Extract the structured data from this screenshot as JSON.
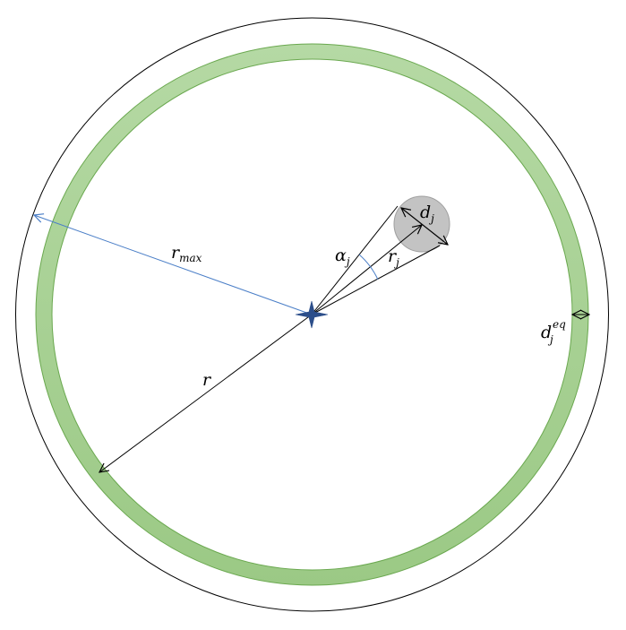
{
  "labels": {
    "r_max": {
      "main": "r",
      "sub": "max"
    },
    "r": {
      "main": "r"
    },
    "alpha_j": {
      "main": "α",
      "sub": "j"
    },
    "r_j": {
      "main": "r",
      "sub": "j"
    },
    "d_j": {
      "main": "d",
      "sub": "j"
    },
    "d_j_eq": {
      "main": "d",
      "sub": "j",
      "sup": "eq"
    }
  },
  "colors": {
    "ring_fill": "#a5cf8f",
    "ring_stroke": "#6aa84f",
    "blue_arrow": "#4a7ec7",
    "center_marker": "#2c4e8a",
    "disk_fill": "#c0c0c0",
    "disk_stroke": "#9a9a9a",
    "outline": "#000000"
  }
}
